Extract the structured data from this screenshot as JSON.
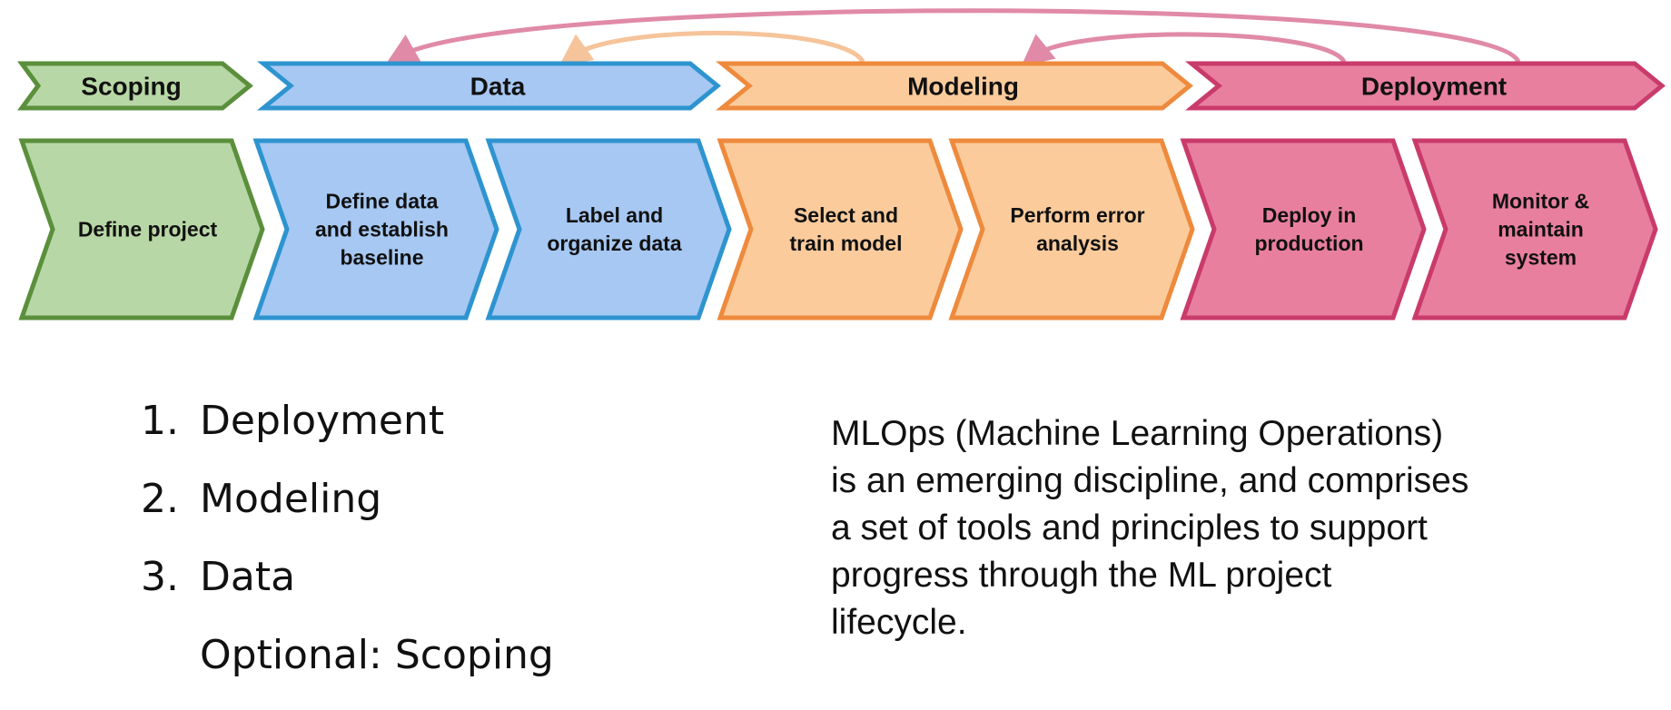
{
  "colors": {
    "scoping_fill": "#b8d7a6",
    "scoping_stroke": "#5a8f3c",
    "data_fill": "#a6c8f3",
    "data_stroke": "#2e94cf",
    "modeling_fill": "#fbcb9c",
    "modeling_stroke": "#ee8a3d",
    "deployment_fill": "#e97f9f",
    "deployment_stroke": "#c93b6b",
    "arrow_pink": "#e08aa8",
    "arrow_peach": "#f6c49a"
  },
  "phases": [
    {
      "key": "scoping",
      "label": "Scoping"
    },
    {
      "key": "data",
      "label": "Data"
    },
    {
      "key": "modeling",
      "label": "Modeling"
    },
    {
      "key": "deployment",
      "label": "Deployment"
    }
  ],
  "steps": [
    {
      "phase": "scoping",
      "lines": [
        "Define project"
      ]
    },
    {
      "phase": "data",
      "lines": [
        "Define data",
        "and establish",
        "baseline"
      ]
    },
    {
      "phase": "data",
      "lines": [
        "Label and",
        "organize data"
      ]
    },
    {
      "phase": "modeling",
      "lines": [
        "Select and",
        "train model"
      ]
    },
    {
      "phase": "modeling",
      "lines": [
        "Perform error",
        "analysis"
      ]
    },
    {
      "phase": "deployment",
      "lines": [
        "Deploy in",
        "production"
      ]
    },
    {
      "phase": "deployment",
      "lines": [
        "Monitor &",
        "maintain",
        "system"
      ]
    }
  ],
  "feedback_arrows": [
    {
      "from": "deployment",
      "to": "data",
      "color": "pink"
    },
    {
      "from": "modeling",
      "to": "data",
      "color": "peach"
    },
    {
      "from": "deployment",
      "to": "modeling",
      "color": "pink"
    }
  ],
  "ranked_list": {
    "items": [
      {
        "number": "1.",
        "label": "Deployment"
      },
      {
        "number": "2.",
        "label": "Modeling"
      },
      {
        "number": "3.",
        "label": "Data"
      }
    ],
    "optional": "Optional: Scoping"
  },
  "description": {
    "lines": [
      "MLOps (Machine Learning Operations)",
      "is an emerging discipline, and comprises",
      "a set of tools and principles to support",
      "progress through the ML project",
      "lifecycle."
    ]
  }
}
